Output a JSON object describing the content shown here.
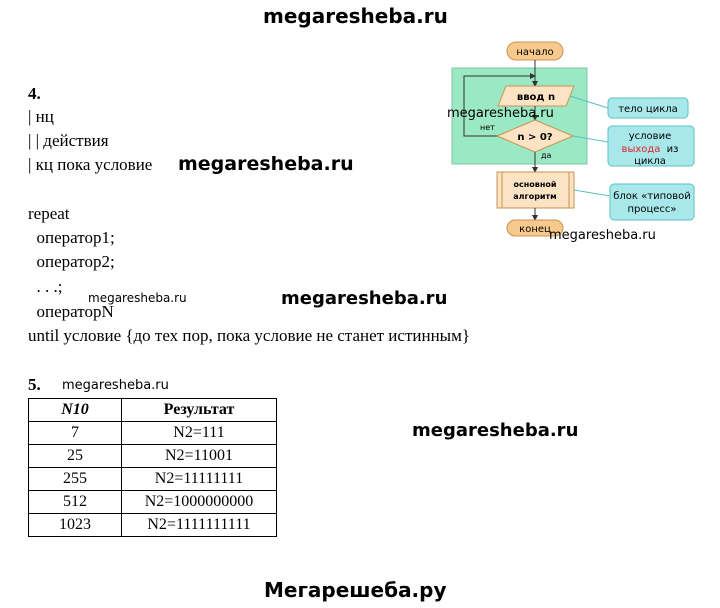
{
  "watermarks": {
    "header": "megaresheba.ru",
    "inline_kc": "megaresheba.ru",
    "flowchart_top": "megaresheba.ru",
    "flowchart_bottom": "megaresheba.ru",
    "middle_small": "megaresheba.ru",
    "middle_big": "megaresheba.ru",
    "task5_small": "megaresheba.ru",
    "right_big": "megaresheba.ru",
    "footer": "Мегарешеба.ру"
  },
  "task4": {
    "number": "4.",
    "lines": [
      "| нц",
      "| | действия",
      "| кц пока условие"
    ],
    "repeat_lines": [
      "repeat",
      "  оператор1;",
      "  оператор2;",
      "  . . .;",
      "  операторN"
    ],
    "until_line": "until условие {до тех пор, пока условие не станет истинным}"
  },
  "flowchart": {
    "start": "начало",
    "input": "ввод n",
    "condition": "n > 0?",
    "no_label": "нет",
    "yes_label": "да",
    "process": [
      "основной",
      "алгоритм"
    ],
    "end": "конец",
    "callout_body": "тело цикла",
    "callout_condition": [
      "условие",
      "выхода",
      "из",
      "цикла"
    ],
    "callout_process": [
      "блок «типовой",
      "процесс»"
    ],
    "colors": {
      "loop_area": "#9be8c4",
      "terminal": "#f7c98c",
      "shape_fill": "#fbe3c4",
      "callout": "#a8e8ea",
      "highlight": "#e0202a"
    }
  },
  "task5": {
    "number": "5.",
    "headers": [
      "N10",
      "Результат"
    ],
    "rows": [
      [
        "7",
        "N2=111"
      ],
      [
        "25",
        "N2=11001"
      ],
      [
        "255",
        "N2=11111111"
      ],
      [
        "512",
        "N2=1000000000"
      ],
      [
        "1023",
        "N2=1111111111"
      ]
    ]
  }
}
